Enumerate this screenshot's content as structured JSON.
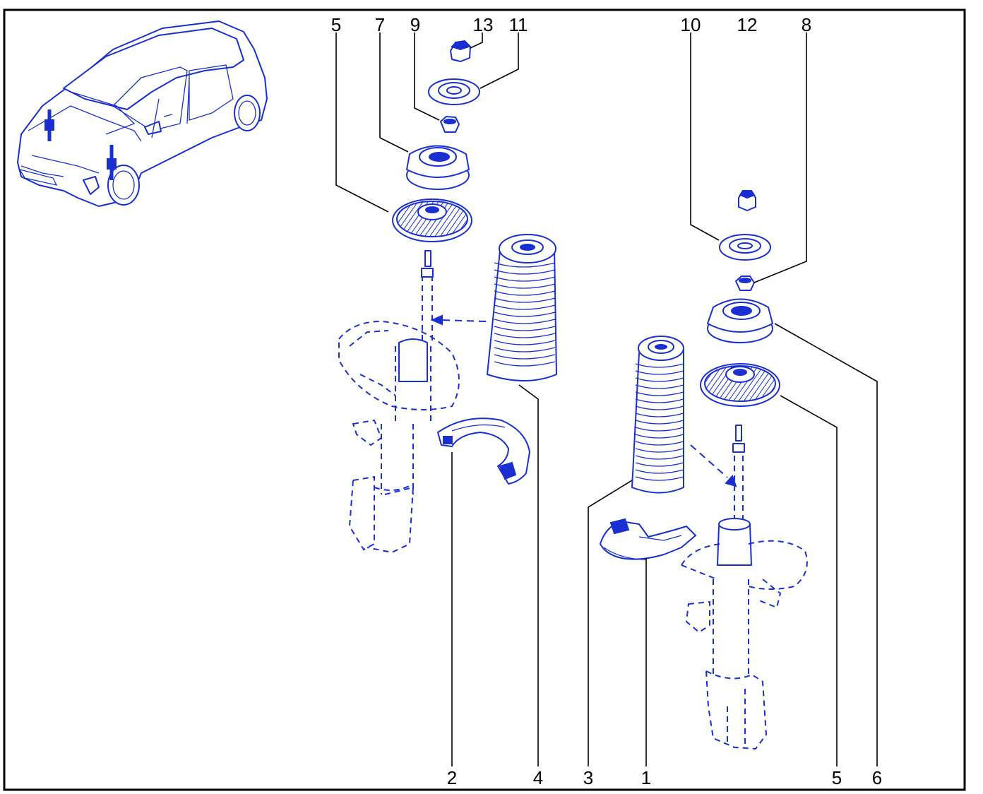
{
  "diagram": {
    "frame_color": "#000000",
    "line_color": "#1a2fd1",
    "callouts": [
      {
        "id": "c5a",
        "label": "5"
      },
      {
        "id": "c7",
        "label": "7"
      },
      {
        "id": "c9",
        "label": "9"
      },
      {
        "id": "c13",
        "label": "13"
      },
      {
        "id": "c11",
        "label": "11"
      },
      {
        "id": "c10",
        "label": "10"
      },
      {
        "id": "c12",
        "label": "12"
      },
      {
        "id": "c8",
        "label": "8"
      },
      {
        "id": "c2",
        "label": "2"
      },
      {
        "id": "c4",
        "label": "4"
      },
      {
        "id": "c3",
        "label": "3"
      },
      {
        "id": "c1",
        "label": "1"
      },
      {
        "id": "c5b",
        "label": "5"
      },
      {
        "id": "c6",
        "label": "6"
      }
    ]
  }
}
